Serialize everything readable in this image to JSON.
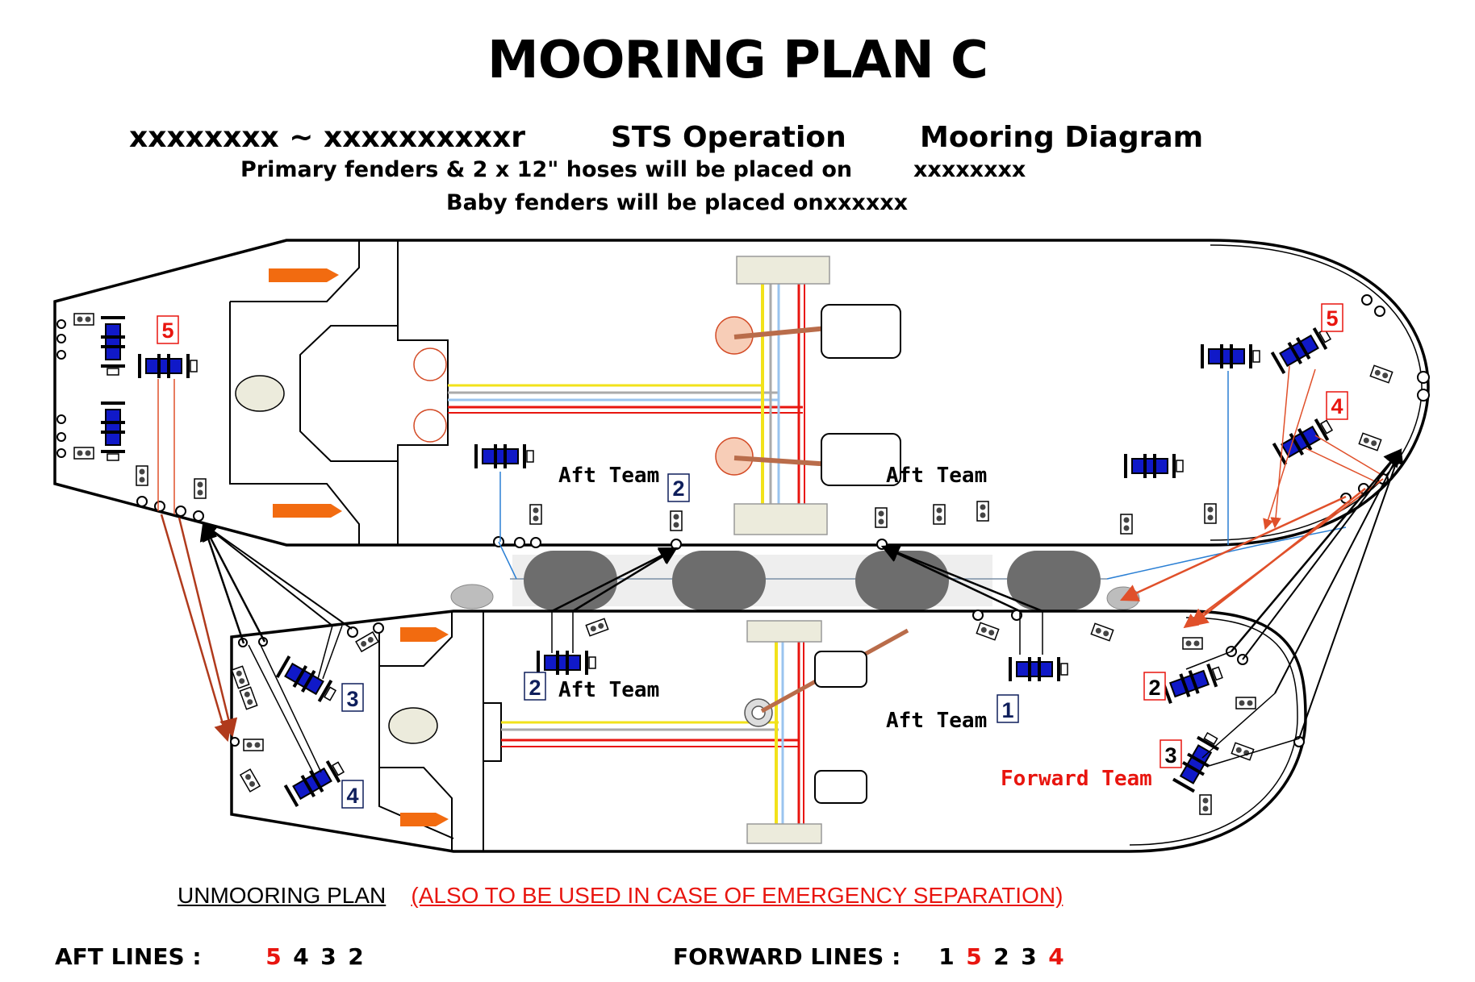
{
  "title": "MOORING PLAN C",
  "header": {
    "vessels": "xxxxxxxx ~ xxxxxxxxxxr",
    "operation": "STS Operation",
    "diagram_label": "Mooring Diagram",
    "fenders_line": "Primary fenders & 2 x 12\" hoses will be placed on",
    "fenders_vessel": "xxxxxxxx",
    "baby_fenders_line": "Baby fenders will be placed onxxxxxx"
  },
  "diagram": {
    "colors": {
      "line_red": "#e8150f",
      "line_black": "#000000",
      "line_blue": "#2a7fd4",
      "winch_blue": "#1019c8",
      "arrow_orange": "#f26b10",
      "fender_grey": "#6d6d6d",
      "navy_label": "#0f1f5c"
    },
    "team_labels": {
      "aft_team_upper_left": "Aft Team",
      "aft_team_upper_right": "Aft Team",
      "aft_team_lower_left": "Aft Team",
      "aft_team_lower_right": "Aft Team",
      "forward_team": "Forward Team"
    },
    "line_numbers": {
      "upper_aft_5": "5",
      "upper_mid_2": "2",
      "upper_fwd_5": "5",
      "upper_fwd_4": "4",
      "lower_aft_3": "3",
      "lower_aft_4": "4",
      "lower_mid_2": "2",
      "lower_mid_1": "1",
      "lower_fwd_2": "2",
      "lower_fwd_3": "3"
    }
  },
  "unmooring": {
    "title": "UNMOORING PLAN",
    "note": "(ALSO TO BE USED IN CASE OF EMERGENCY SEPARATION)"
  },
  "aft_lines": {
    "label": "AFT LINES :",
    "sequence": [
      {
        "n": "5",
        "color": "red"
      },
      {
        "n": "4",
        "color": "black"
      },
      {
        "n": "3",
        "color": "black"
      },
      {
        "n": "2",
        "color": "black"
      }
    ]
  },
  "forward_lines": {
    "label": "FORWARD LINES :",
    "sequence": [
      {
        "n": "1",
        "color": "black"
      },
      {
        "n": "5",
        "color": "red"
      },
      {
        "n": "2",
        "color": "black"
      },
      {
        "n": "3",
        "color": "black"
      },
      {
        "n": "4",
        "color": "red"
      }
    ]
  }
}
